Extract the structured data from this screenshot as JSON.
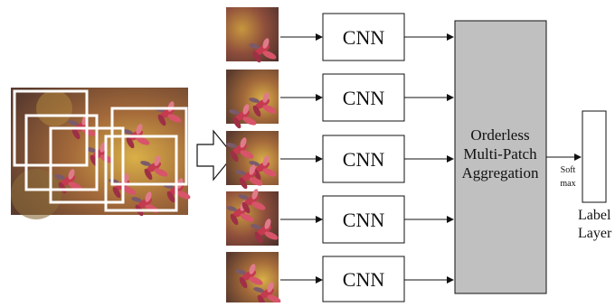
{
  "cnn_blocks": [
    {
      "label": "CNN"
    },
    {
      "label": "CNN"
    },
    {
      "label": "CNN"
    },
    {
      "label": "CNN"
    },
    {
      "label": "CNN"
    }
  ],
  "aggregation": {
    "lines": [
      "Orderless",
      "Multi-Patch",
      "Aggregation"
    ],
    "fill": "#c0c0c0"
  },
  "softmax": {
    "lines": [
      "Soft",
      "max"
    ]
  },
  "label_layer": {
    "lines": [
      "Label",
      "Layer"
    ]
  },
  "colors": {
    "stroke": "#111111",
    "patch_frame": "#ffffff",
    "photo_bokeh_yellow": "#c9a23a",
    "photo_leaf_red": "#c43a4e"
  }
}
